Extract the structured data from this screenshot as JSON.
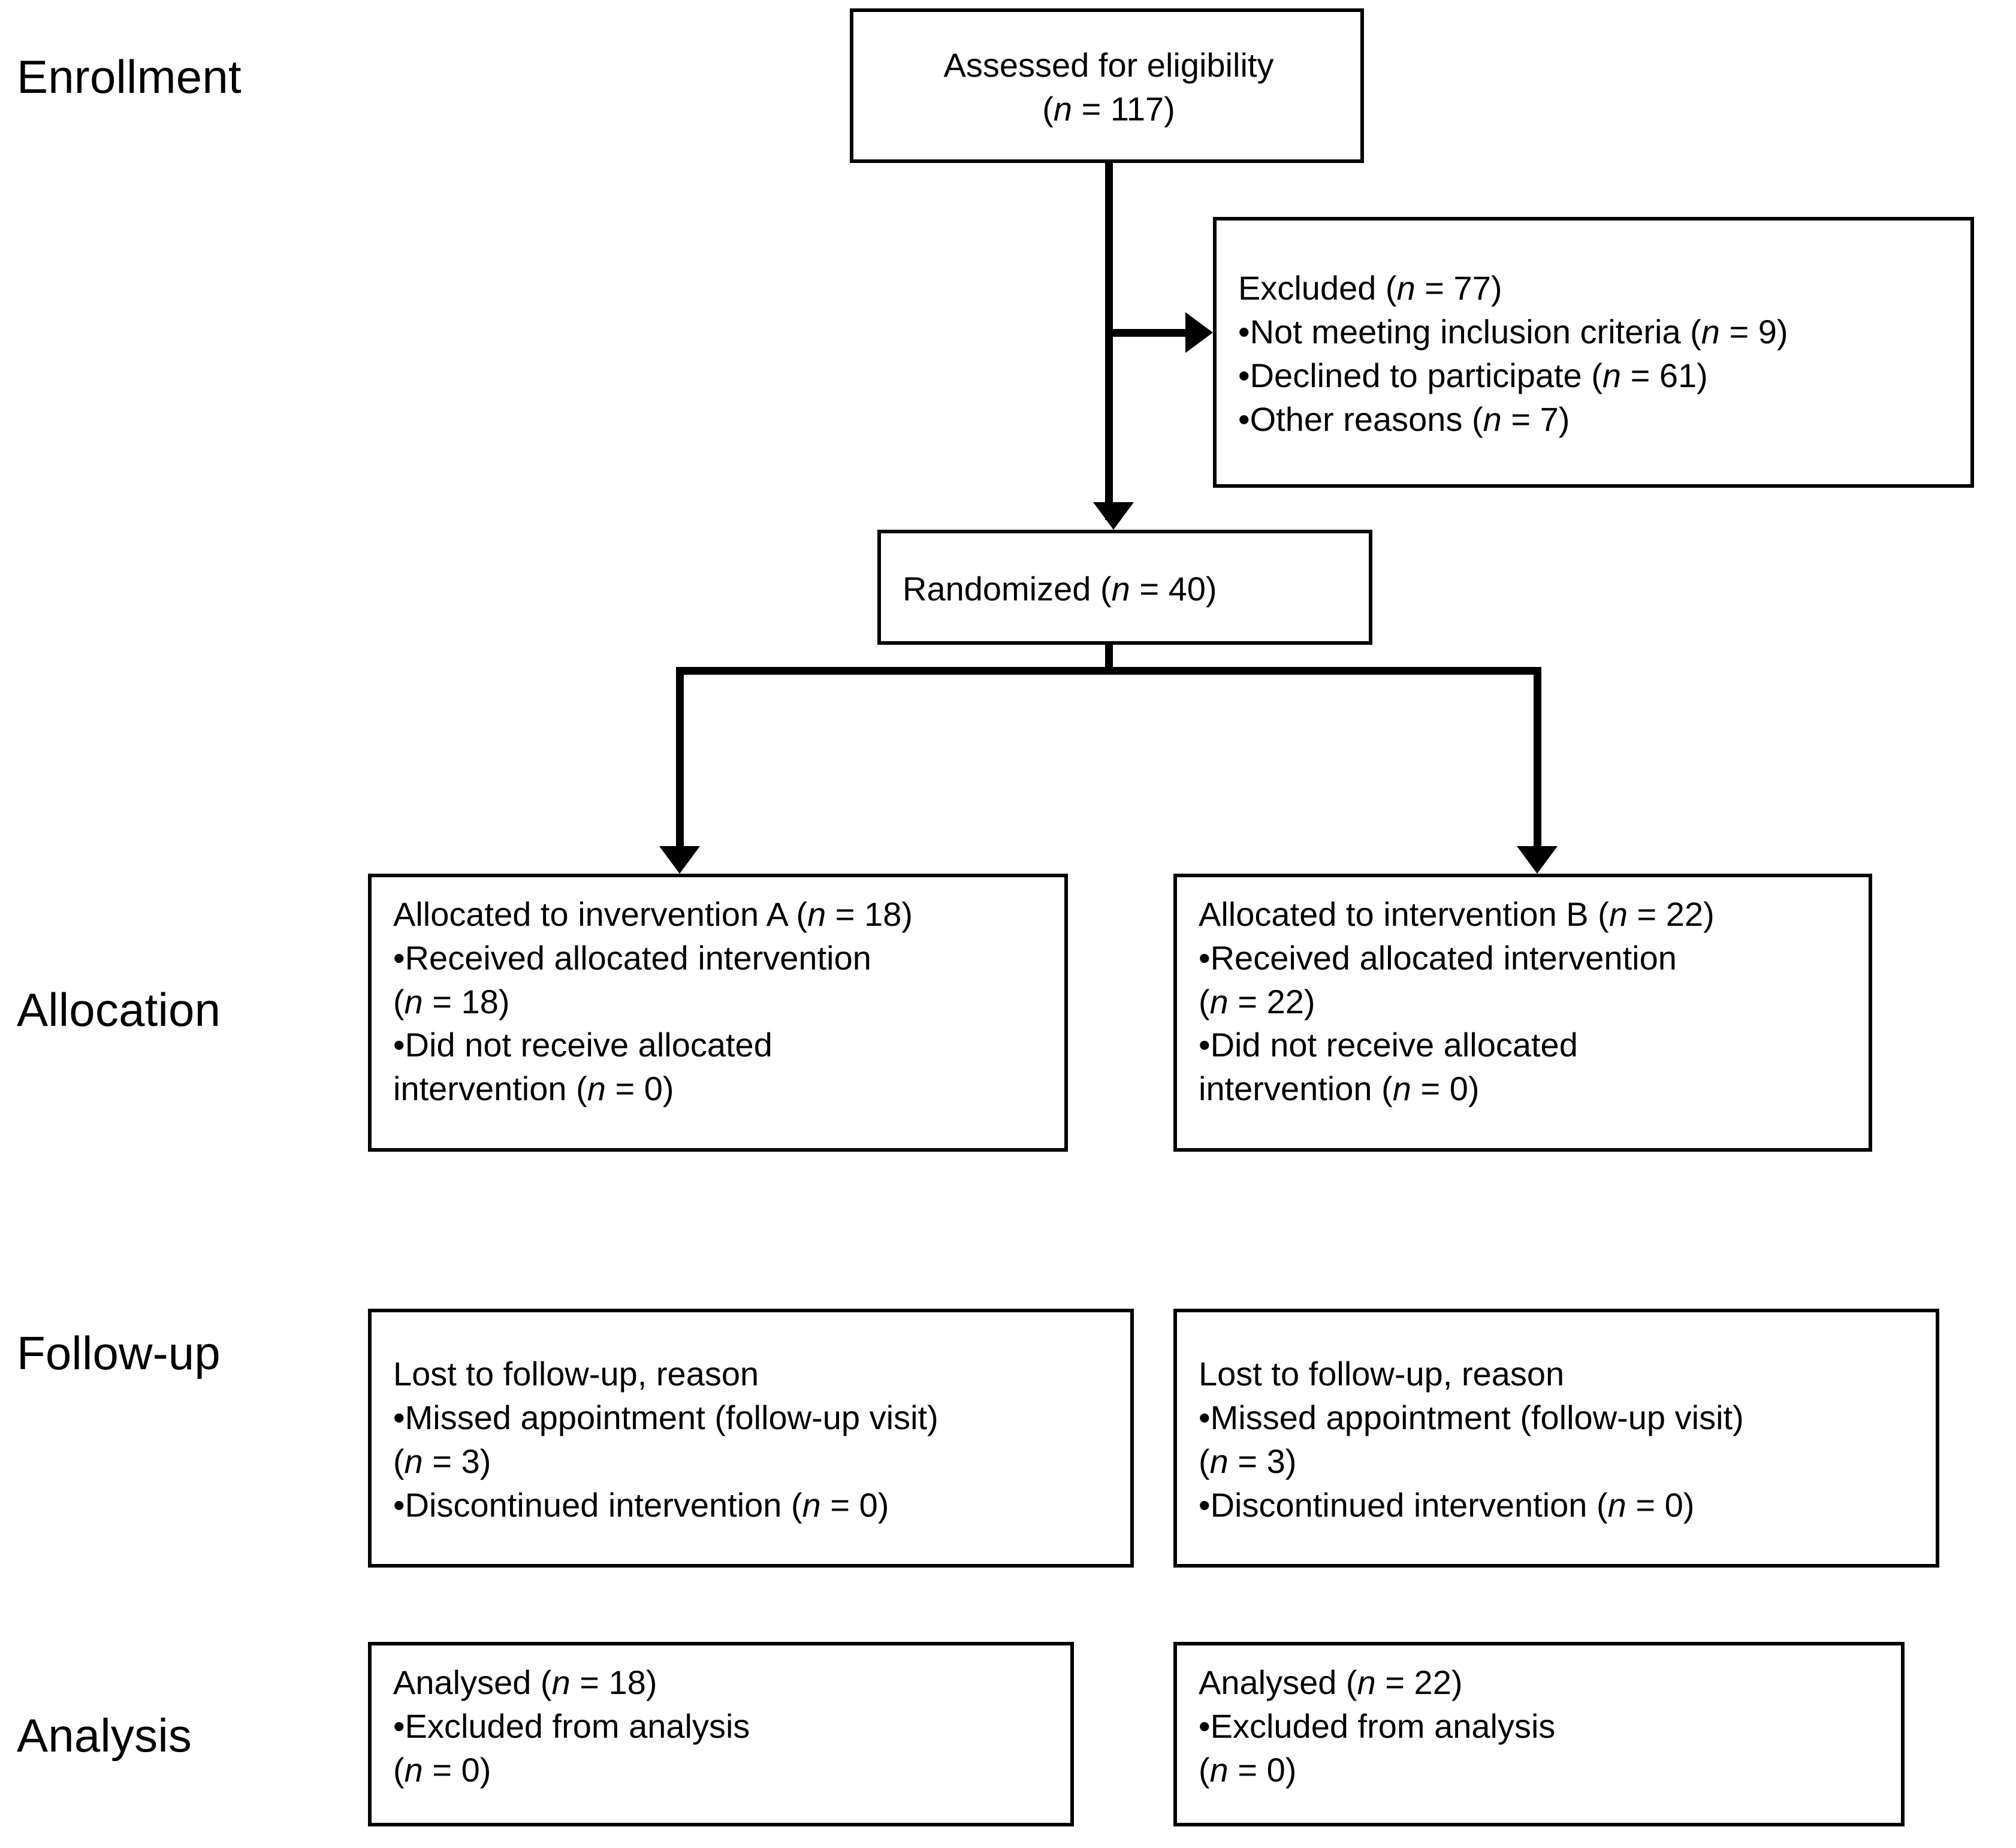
{
  "diagram": {
    "title": "CONSORT participant flow diagram",
    "stages": [
      {
        "id": "enrollment",
        "label": "Enrollment"
      },
      {
        "id": "allocation",
        "label": "Allocation"
      },
      {
        "id": "followup",
        "label": "Follow-up"
      },
      {
        "id": "analysis",
        "label": "Analysis"
      }
    ],
    "boxes": {
      "assessed": {
        "line1": "Assessed for eligibility",
        "line2": "(n = 117)"
      },
      "excluded": {
        "line1": "Excluded (n = 77)",
        "line2": "•Not meeting inclusion criteria (n = 9)",
        "line3": "•Declined to participate (n = 61)",
        "line4": "•Other reasons (n = 7)"
      },
      "randomized": {
        "line1": "Randomized (n = 40)"
      },
      "allocation_left": {
        "line1": "Allocated to invervention A (n = 18)",
        "line2": "•Received allocated intervention",
        "line3": "(n = 18)",
        "line4": "•Did not receive allocated",
        "line5": "intervention  (n = 0)"
      },
      "allocation_right": {
        "line1": "Allocated to intervention B (n = 22)",
        "line2": "•Received allocated intervention",
        "line3": "(n = 22)",
        "line4": "•Did not receive allocated",
        "line5": "intervention (n = 0)"
      },
      "followup_left": {
        "line1": "Lost to follow-up, reason",
        "line2": "•Missed appointment (follow-up visit)",
        "line3": "(n = 3)",
        "line4": "•Discontinued intervention  (n = 0)"
      },
      "followup_right": {
        "line1": "Lost to follow-up, reason",
        "line2": "•Missed appointment (follow-up visit)",
        "line3": "(n = 3)",
        "line4": "•Discontinued intervention  (n = 0)"
      },
      "analysis_left": {
        "line1": "Analysed (n = 18)",
        "line2": "•Excluded from analysis",
        "line3": "(n = 0)"
      },
      "analysis_right": {
        "line1": "Analysed (n = 22)",
        "line2": "•Excluded from analysis",
        "line3": "(n = 0)"
      }
    },
    "colors": {
      "stroke": "#000000",
      "background": "#ffffff",
      "text": "#000000"
    }
  },
  "chart_data": {
    "type": "diagram",
    "title": "CONSORT flow diagram",
    "nodes": [
      {
        "id": "assessed",
        "stage": "Enrollment",
        "label": "Assessed for eligibility",
        "n": 117
      },
      {
        "id": "excluded",
        "stage": "Enrollment",
        "label": "Excluded",
        "n": 77,
        "reasons": [
          {
            "label": "Not meeting inclusion criteria",
            "n": 9
          },
          {
            "label": "Declined to participate",
            "n": 61
          },
          {
            "label": "Other reasons",
            "n": 7
          }
        ]
      },
      {
        "id": "randomized",
        "stage": "Enrollment",
        "label": "Randomized",
        "n": 40
      },
      {
        "id": "allocation_left",
        "stage": "Allocation",
        "label": "Allocated to invervention A",
        "n": 18,
        "details": [
          {
            "label": "Received allocated intervention",
            "n": 18
          },
          {
            "label": "Did not receive allocated intervention",
            "n": 0
          }
        ]
      },
      {
        "id": "allocation_right",
        "stage": "Allocation",
        "label": "Allocated to intervention B",
        "n": 22,
        "details": [
          {
            "label": "Received allocated intervention",
            "n": 22
          },
          {
            "label": "Did not receive allocated intervention",
            "n": 0
          }
        ]
      },
      {
        "id": "followup_left",
        "stage": "Follow-up",
        "label": "Lost to follow-up, reason",
        "details": [
          {
            "label": "Missed appointment (follow-up visit)",
            "n": 3
          },
          {
            "label": "Discontinued intervention",
            "n": 0
          }
        ]
      },
      {
        "id": "followup_right",
        "stage": "Follow-up",
        "label": "Lost to follow-up, reason",
        "details": [
          {
            "label": "Missed appointment (follow-up visit)",
            "n": 3
          },
          {
            "label": "Discontinued intervention",
            "n": 0
          }
        ]
      },
      {
        "id": "analysis_left",
        "stage": "Analysis",
        "label": "Analysed",
        "n": 18,
        "details": [
          {
            "label": "Excluded from analysis",
            "n": 0
          }
        ]
      },
      {
        "id": "analysis_right",
        "stage": "Analysis",
        "label": "Analysed",
        "n": 22,
        "details": [
          {
            "label": "Excluded from analysis",
            "n": 0
          }
        ]
      }
    ],
    "edges": [
      {
        "from": "assessed",
        "to": "excluded",
        "direction": "right"
      },
      {
        "from": "assessed",
        "to": "randomized",
        "direction": "down"
      },
      {
        "from": "randomized",
        "to": "allocation_left",
        "direction": "down-left"
      },
      {
        "from": "randomized",
        "to": "allocation_right",
        "direction": "down-right"
      }
    ]
  }
}
